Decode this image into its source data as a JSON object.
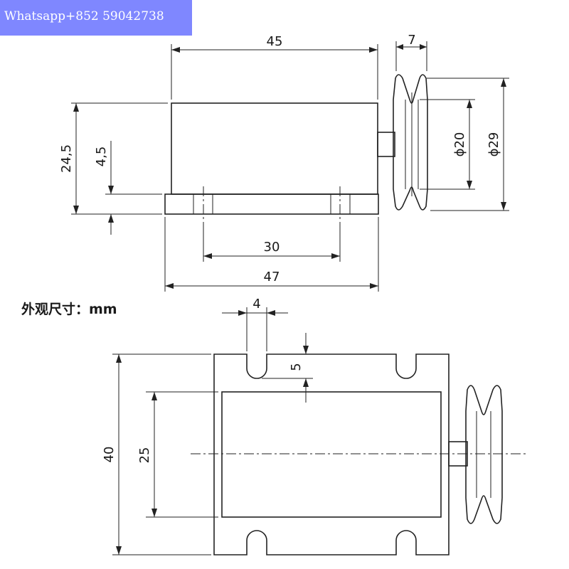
{
  "banner": {
    "contact": "Whatsapp+852 59042738"
  },
  "caption": {
    "unit_text": "外观尺寸：mm"
  },
  "dimensions": {
    "top_width": "45",
    "pulley_width": "7",
    "total_height": "24,5",
    "base_thickness": "4,5",
    "inner_diameter": "ϕ20",
    "outer_diameter": "ϕ29",
    "hole_spacing": "30",
    "base_length": "47",
    "slot_width": "4",
    "slot_depth": "5",
    "body_width": "25",
    "total_width": "40"
  },
  "colors": {
    "banner_bg": "#7f87ff",
    "line": "#222222"
  }
}
